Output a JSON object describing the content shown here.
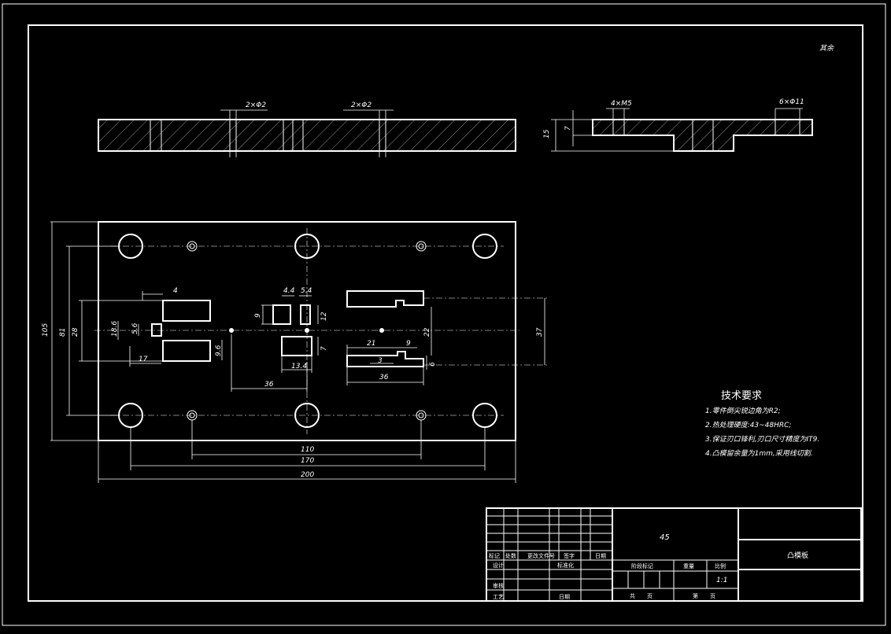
{
  "drawing": {
    "corner_note": "其余",
    "top_view_dims": {
      "hole_a": "2×Φ2",
      "hole_b": "2×Φ2"
    },
    "side_view_dims": {
      "thread": "4×M5",
      "holes": "6×Φ11",
      "thickness_total": "15",
      "thickness_part": "7"
    },
    "plan_dims": {
      "h105": "105",
      "h81": "81",
      "h28": "28",
      "d4": "4",
      "d186": "18.6",
      "d56": "5.6",
      "d17": "17",
      "d9a": "9",
      "d44": "4.4",
      "d54": "5.4",
      "d12": "12",
      "d96": "9.6",
      "d134": "13.4",
      "d7": "7",
      "d36a": "36",
      "d21": "21",
      "d9b": "9",
      "d22": "22",
      "d3": "3",
      "d6": "6",
      "d36b": "36",
      "d37": "37",
      "w110": "110",
      "w170": "170",
      "w200": "200"
    },
    "tech_req": {
      "title": "技术要求",
      "items": [
        "1.零件倒尖锐边角为R2;",
        "2.热处理硬度:43~48HRC;",
        "3.保证刃口锋利,刃口尺寸精度为IT9.",
        "4.凸模留余量为1mm,采用线切割."
      ]
    },
    "title_block": {
      "material": "45",
      "part_name": "凸模板",
      "scale": "1:1",
      "header_labels": [
        "标记",
        "处数",
        "更改文件号",
        "签字",
        "日期"
      ],
      "row_labels": [
        "设计",
        "审核",
        "工艺"
      ],
      "mid_labels": [
        "标准化",
        "日期"
      ],
      "right_labels": [
        "阶段标记",
        "重量",
        "比例"
      ],
      "bottom_labels": [
        "共",
        "页",
        "第",
        "页"
      ]
    }
  }
}
